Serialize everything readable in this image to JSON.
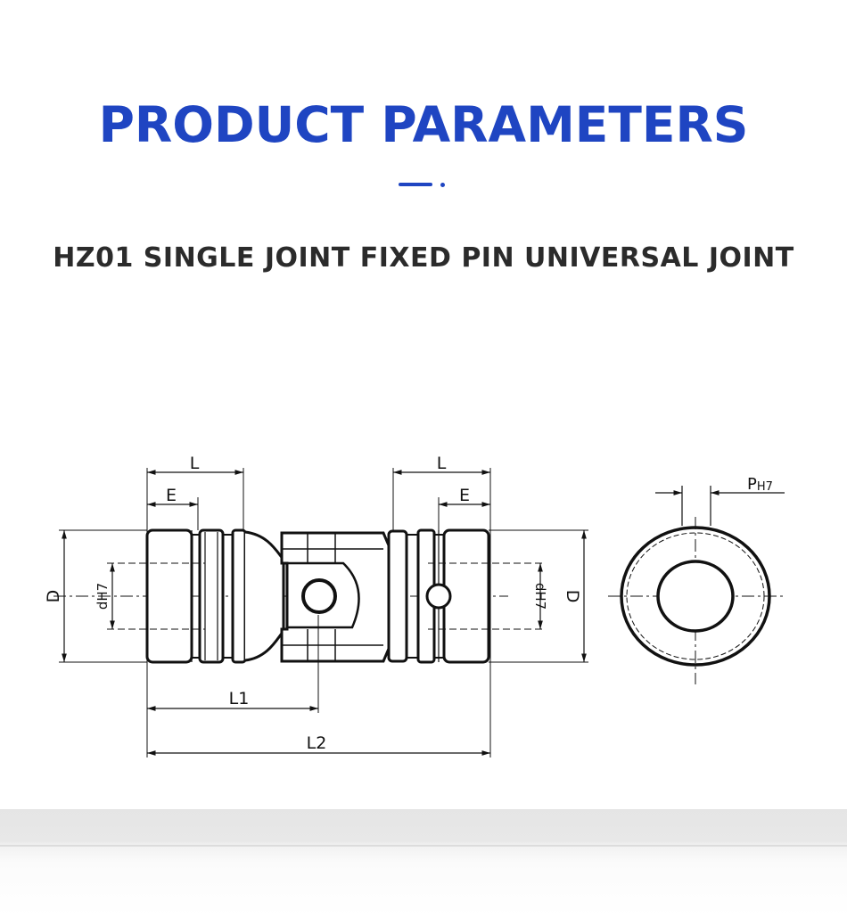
{
  "header": {
    "title": "PRODUCT PARAMETERS",
    "subtitle": "HZ01 SINGLE JOINT FIXED PIN UNIVERSAL JOINT"
  },
  "diagram": {
    "labels": {
      "L_left": "L",
      "E_left": "E",
      "L_right": "L",
      "E_right": "E",
      "D_left": "D",
      "dH7_left": "dH7",
      "dH7_right": "dH7",
      "D_right": "D",
      "L1": "L1",
      "L2": "L2",
      "P_main": "P",
      "P_sub": "H7"
    }
  },
  "colors": {
    "accent": "#1f45c2",
    "text": "#2b2b2b",
    "line": "#111111"
  }
}
